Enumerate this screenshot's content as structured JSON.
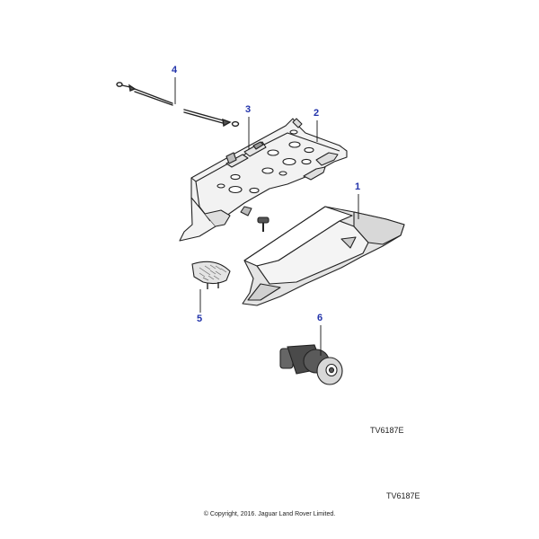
{
  "callouts": {
    "c1": "1",
    "c2": "2",
    "c3": "3",
    "c4": "4",
    "c5": "5",
    "c6": "6"
  },
  "reference_codes": {
    "upper": "TV6187E",
    "lower": "TV6187E"
  },
  "copyright": "© Copyright, 2016. Jaguar Land Rover Limited.",
  "colors": {
    "callout": "#2233aa",
    "part_fill": "#ffffff",
    "part_shade": "#e4e4e4",
    "part_outline": "#222222"
  }
}
